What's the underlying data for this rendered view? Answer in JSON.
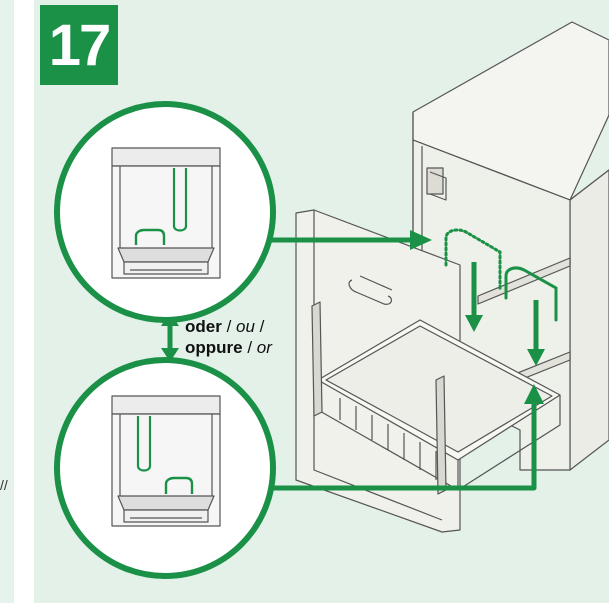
{
  "step": {
    "number": "17"
  },
  "options": {
    "line1_bold": "oder",
    "line1_sep": " / ",
    "line1_italic": "ou",
    "line1_tail": " /",
    "line2_bold": "oppure",
    "line2_sep": " / ",
    "line2_italic": "or"
  },
  "colors": {
    "accent": "#1a9146",
    "panel_background": "#e3f1e9",
    "line": "#555555"
  },
  "icons": {
    "decorative_mark": "double-slash"
  }
}
